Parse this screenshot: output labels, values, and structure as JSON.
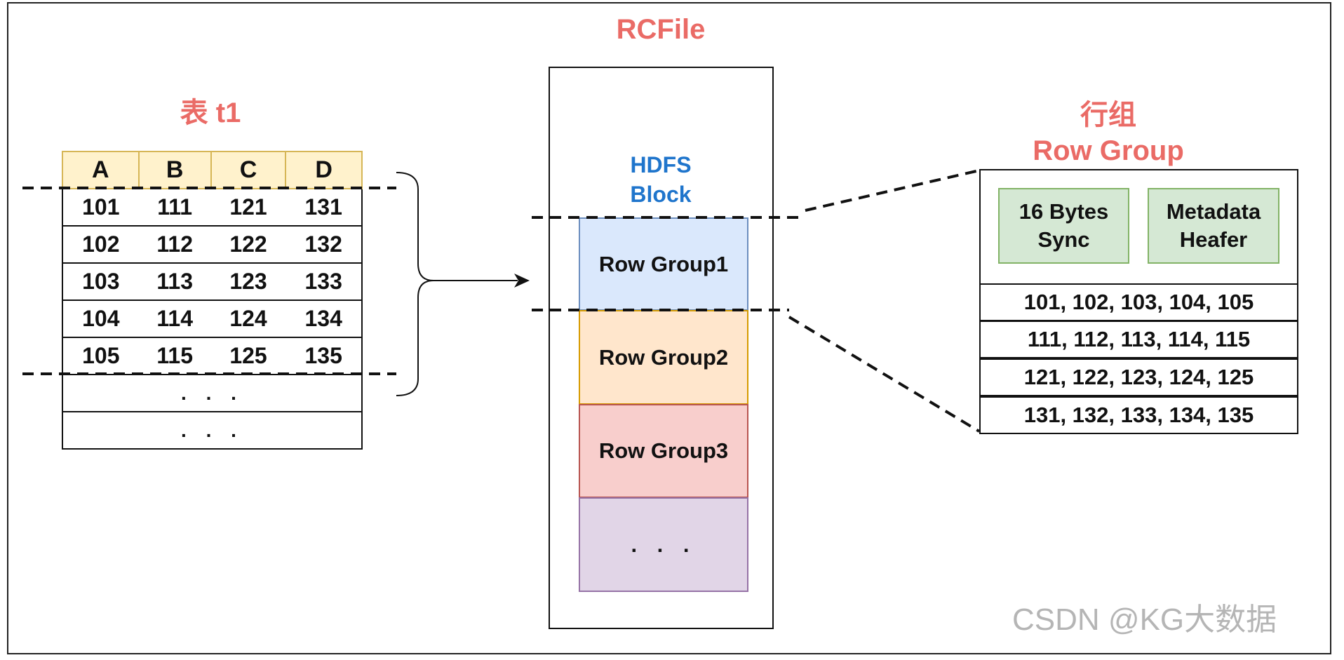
{
  "titles": {
    "rcfile": "RCFile",
    "table": "表 t1",
    "rowgroup_cn": "行组",
    "rowgroup_en": "Row Group"
  },
  "table_t1": {
    "headers": [
      "A",
      "B",
      "C",
      "D"
    ],
    "rows": [
      [
        "101",
        "111",
        "121",
        "131"
      ],
      [
        "102",
        "112",
        "122",
        "132"
      ],
      [
        "103",
        "113",
        "123",
        "133"
      ],
      [
        "104",
        "114",
        "124",
        "134"
      ],
      [
        "105",
        "115",
        "125",
        "135"
      ]
    ],
    "ellipsis": ". . ."
  },
  "hdfs_block": {
    "label_line1": "HDFS",
    "label_line2": "Block",
    "groups": [
      "Row Group1",
      "Row Group2",
      "Row Group3",
      ". . ."
    ]
  },
  "row_group": {
    "sync_line1": "16 Bytes",
    "sync_line2": "Sync",
    "meta_line1": "Metadata",
    "meta_line2": "Heafer",
    "columns": [
      "101, 102, 103, 104, 105",
      "111, 112, 113, 114, 115",
      "121, 122, 123, 124, 125",
      "131, 132, 133, 134, 135"
    ]
  },
  "watermark": "CSDN @KG大数据",
  "colors": {
    "title": "#ea6b66",
    "hdfs": "#1f75cc",
    "header_fill": "#fff2cc",
    "rg1_fill": "#dae8fc",
    "rg2_fill": "#ffe6cc",
    "rg3_fill": "#f8cecc",
    "rg4_fill": "#e1d5e7",
    "meta_fill": "#d5e8d4"
  }
}
